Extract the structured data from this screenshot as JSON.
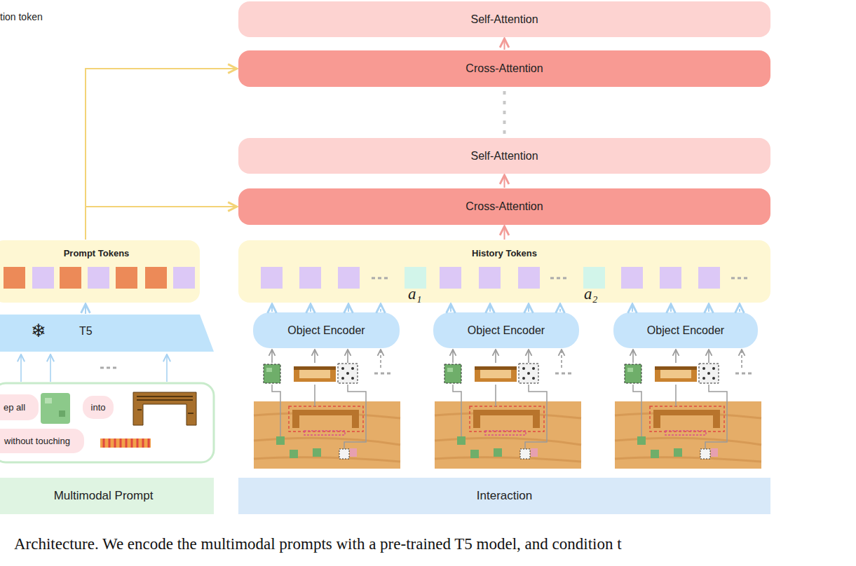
{
  "diagram": {
    "caption": "Architecture. We encode the multimodal prompts with a pre-trained T5 model, and condition t",
    "nodes": [
      {
        "text": [
          "Self-Attention"
        ]
      },
      {
        "text": [
          "Cross-Attention"
        ]
      },
      {
        "text": [
          "Self-Attention"
        ]
      },
      {
        "text": [
          "Cross-Attention"
        ]
      },
      {
        "text": [
          "Prompt Tokens"
        ]
      },
      {
        "text": [
          "History Tokens"
        ]
      },
      {
        "text": [
          "❄",
          "T5"
        ]
      },
      {
        "text": [
          "Object Encoder"
        ]
      },
      {
        "text": [
          "Object Encoder"
        ]
      },
      {
        "text": [
          "Object Encoder"
        ]
      },
      {
        "text": [
          "ep all"
        ]
      },
      {
        "text": [
          "into"
        ]
      },
      {
        "text": [
          "without touching"
        ]
      },
      {
        "text": [
          "Multimodal Prompt"
        ]
      },
      {
        "text": [
          "Interaction"
        ]
      }
    ],
    "edges": [
      {
        "from": 1,
        "to": 0,
        "arrow": "to"
      },
      {
        "from": 2,
        "to": 1,
        "arrow": "none"
      },
      {
        "from": 3,
        "to": 2,
        "arrow": "to"
      },
      {
        "from": 5,
        "to": 3,
        "arrow": "to"
      },
      {
        "from": 4,
        "to": 3,
        "arrow": "to"
      },
      {
        "from": 4,
        "to": 1,
        "arrow": "to"
      },
      {
        "from": 6,
        "to": 4,
        "arrow": "to"
      },
      {
        "from": 7,
        "to": 5,
        "arrow": "to"
      },
      {
        "from": 8,
        "to": 5,
        "arrow": "to"
      },
      {
        "from": 9,
        "to": 5,
        "arrow": "to"
      }
    ],
    "labels": [
      "tion token",
      "a₁",
      "a₂"
    ]
  }
}
